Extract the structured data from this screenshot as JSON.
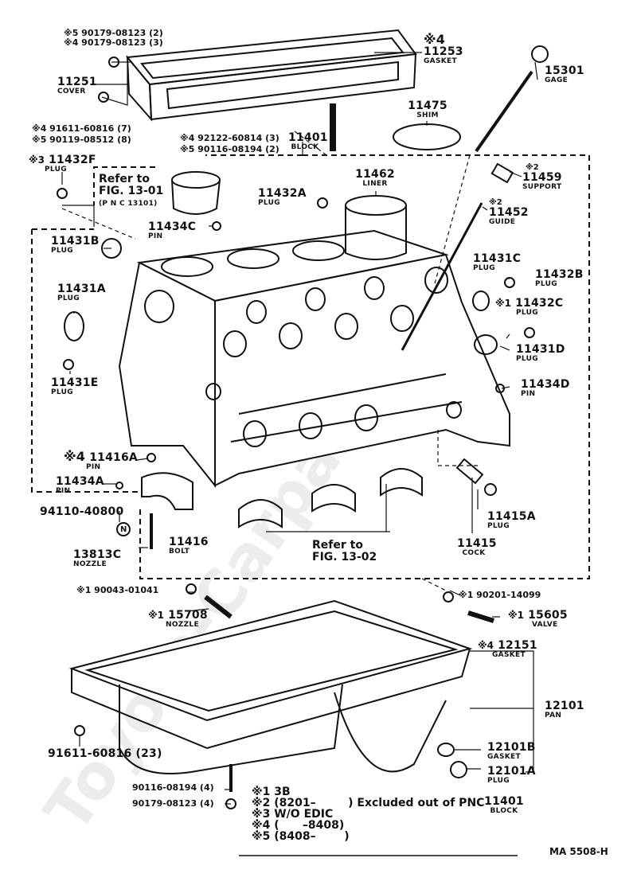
{
  "watermark": "Toyota-Carparts.ru",
  "footer": {
    "code": "MA 5508-H",
    "notes": [
      {
        "mark": "※1",
        "text": "3B"
      },
      {
        "mark": "※2",
        "text": "(8201–"
      },
      {
        "mark": "※3",
        "text": "W/O EDIC"
      },
      {
        "mark": "※4",
        "text": "(      –8408)"
      },
      {
        "mark": "※5",
        "text": "(8408–"
      }
    ],
    "excluded_text": ") Excluded out of PNC",
    "pnc": "11401",
    "pnc_name": "BLOCK"
  },
  "refs": {
    "fig1301_line1": "Refer to",
    "fig1301_line2": "FIG. 13-01",
    "fig1301_line3": "(P N C  13101)",
    "fig1302_line1": "Refer to",
    "fig1302_line2": "FIG. 13-02"
  },
  "parts": {
    "p5_90179": "※5 90179-08123 (2)",
    "p4_90179": "※4 90179-08123 (3)",
    "p11253_mark": "※4",
    "p11253": "11253",
    "p11253_name": "GASKET",
    "p15301": "15301",
    "p15301_name": "GAGE",
    "p11251": "11251",
    "p11251_name": "COVER",
    "p11475": "11475",
    "p11475_name": "SHIM",
    "p4_91611": "※4 91611-60816 (7)",
    "p5_90119": "※5 90119-08512 (8)",
    "p4_92122": "※4 92122-60814 (3)",
    "p5_90116": "※5 90116-08194 (2)",
    "p11401": "11401",
    "p11401_name": "BLOCK",
    "p11432F_mark": "※3",
    "p11432F": "11432F",
    "p11432F_name": "PLUG",
    "p11462": "11462",
    "p11462_name": "LINER",
    "p11459_mark": "※2",
    "p11459": "11459",
    "p11459_name": "SUPPORT",
    "p11432A": "11432A",
    "p11432A_name": "PLUG",
    "p11452_mark": "※2",
    "p11452": "11452",
    "p11452_name": "GUIDE",
    "p11434C": "11434C",
    "p11434C_name": "PIN",
    "p11431B": "11431B",
    "p11431B_name": "PLUG",
    "p11431C": "11431C",
    "p11431C_name": "PLUG",
    "p11432B": "11432B",
    "p11432B_name": "PLUG",
    "p11431A": "11431A",
    "p11431A_name": "PLUG",
    "p11432C_mark": "※1",
    "p11432C": "11432C",
    "p11432C_name": "PLUG",
    "p11431D": "11431D",
    "p11431D_name": "PLUG",
    "p11431E": "11431E",
    "p11431E_name": "PLUG",
    "p11434D": "11434D",
    "p11434D_name": "PIN",
    "p11416A_mark": "※4",
    "p11416A": "11416A",
    "p11416A_name": "PIN",
    "p11434A": "11434A",
    "p11434A_name": "PIN",
    "p94110": "94110-40800",
    "p94110_mark": "N",
    "p11415A": "11415A",
    "p11415A_name": "PLUG",
    "p11416": "11416",
    "p11416_name": "BOLT",
    "p13813C": "13813C",
    "p13813C_name": "NOZZLE",
    "p11415": "11415",
    "p11415_name": "COCK",
    "p190043": "※1 90043-01041",
    "p90201": "※1 90201-14099",
    "p15708_mark": "※1",
    "p15708": "15708",
    "p15708_name": "NOZZLE",
    "p15605_mark": "※1",
    "p15605": "15605",
    "p15605_name": "VALVE",
    "p12151_mark": "※4",
    "p12151": "12151",
    "p12151_name": "GASKET",
    "p12101": "12101",
    "p12101_name": "PAN",
    "p12101B": "12101B",
    "p12101B_name": "GASKET",
    "p91611_23": "91611-60816 (23)",
    "p12101A": "12101A",
    "p12101A_name": "PLUG",
    "p90116_4": "90116-08194 (4)",
    "p90179_4": "90179-08123 (4)"
  }
}
